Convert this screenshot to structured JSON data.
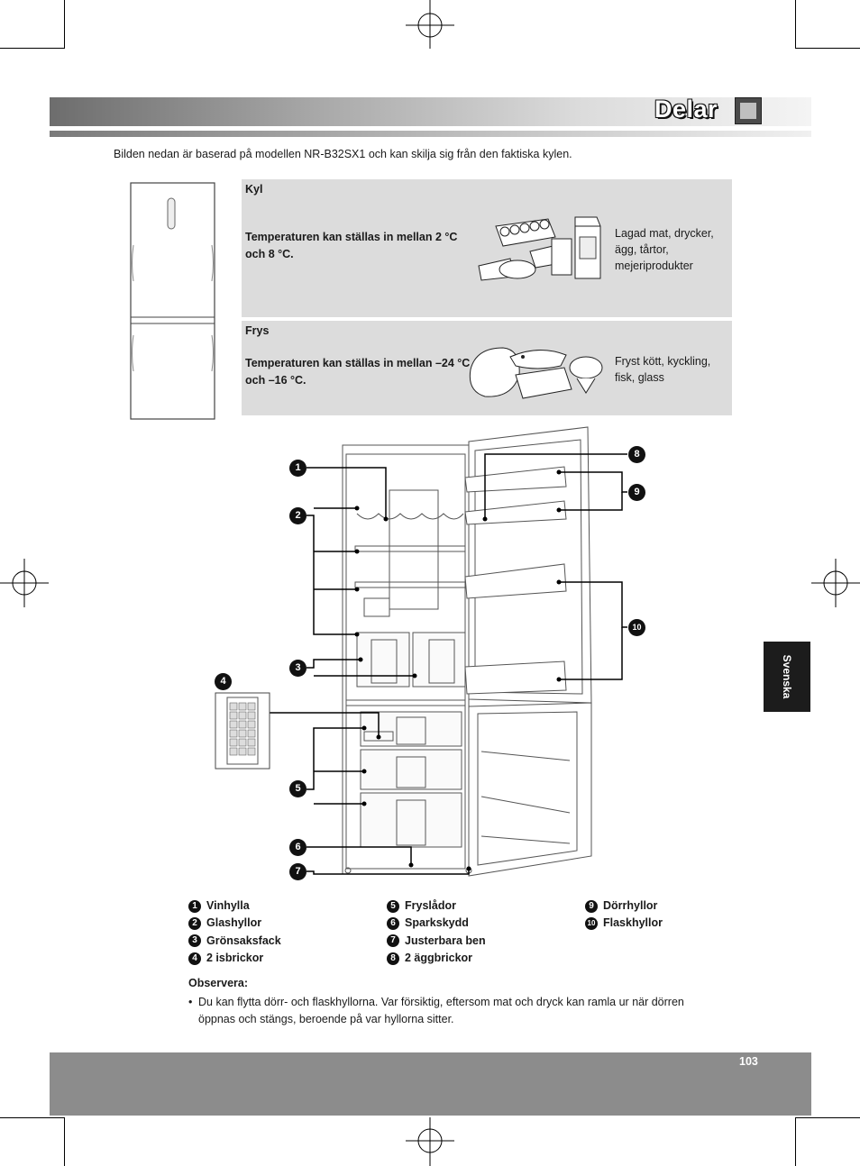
{
  "header": {
    "title": "Delar"
  },
  "intro": "Bilden nedan är baserad på modellen NR-B32SX1 och kan skilja sig från den faktiska kylen.",
  "panels": {
    "kyl": {
      "title": "Kyl",
      "temperature": "Temperaturen kan ställas in mellan 2 °C och 8 °C.",
      "description": "Lagad mat, drycker, ägg, tårtor, mejeriprodukter"
    },
    "frys": {
      "title": "Frys",
      "temperature": "Temperaturen kan ställas in mellan –24 °C och –16 °C.",
      "description": "Fryst kött, kyckling, fisk, glass"
    }
  },
  "side_tab": "Svenska",
  "callouts": [
    "1",
    "2",
    "3",
    "4",
    "5",
    "6",
    "7",
    "8",
    "9",
    "10"
  ],
  "legend": [
    {
      "num": "1",
      "label": "Vinhylla"
    },
    {
      "num": "2",
      "label": "Glashyllor"
    },
    {
      "num": "3",
      "label": "Grönsaksfack"
    },
    {
      "num": "4",
      "label": "2 isbrickor"
    },
    {
      "num": "5",
      "label": "Fryslådor"
    },
    {
      "num": "6",
      "label": "Sparkskydd"
    },
    {
      "num": "7",
      "label": "Justerbara ben"
    },
    {
      "num": "8",
      "label": "2 äggbrickor"
    },
    {
      "num": "9",
      "label": "Dörrhyllor"
    },
    {
      "num": "10",
      "label": "Flaskhyllor"
    }
  ],
  "observera": {
    "title": "Observera:",
    "bullet": "•",
    "text": "Du kan flytta dörr- och flaskhyllorna. Var försiktig, eftersom mat och dryck kan ramla ur när dörren öppnas och stängs, beroende på var hyllorna sitter."
  },
  "page_number": "103"
}
